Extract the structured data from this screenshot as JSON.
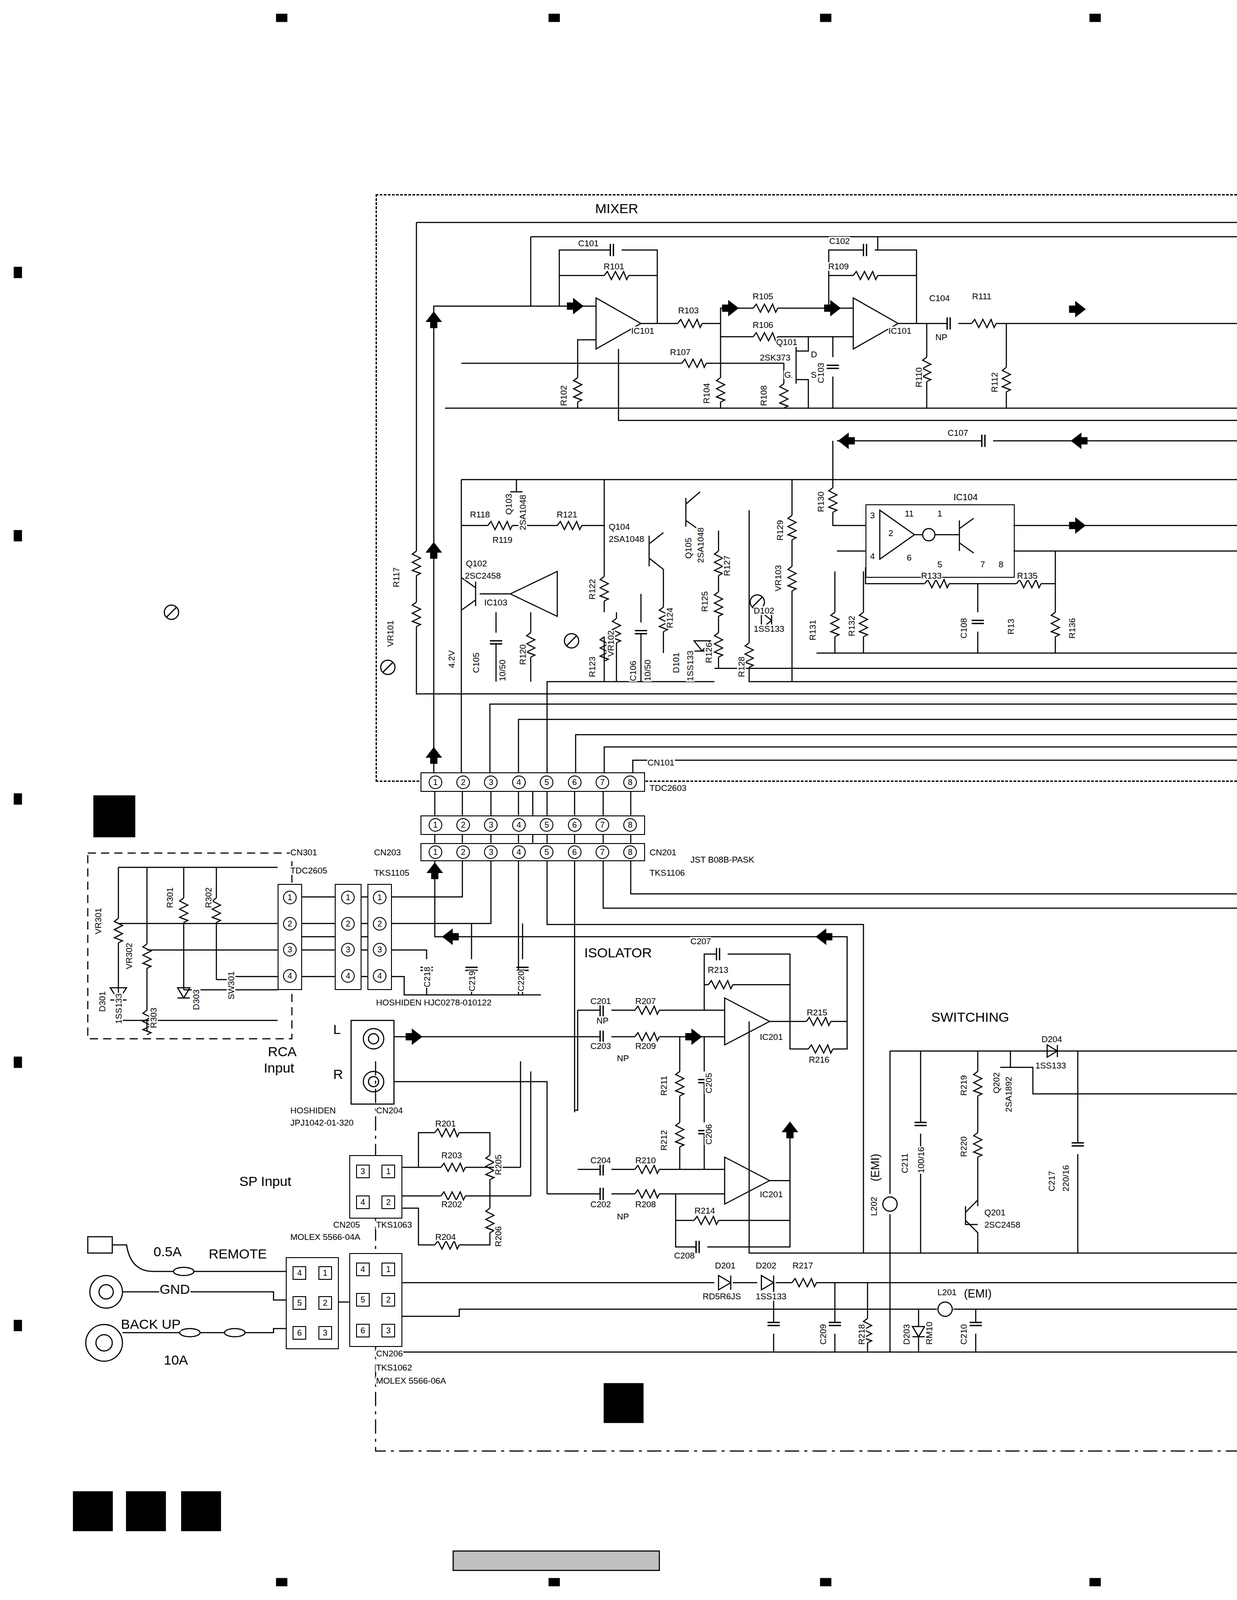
{
  "diagram": {
    "nodes": [
      {
        "text": [
          "MIXER"
        ]
      },
      {
        "text": [
          "IC104"
        ],
        "in": 0
      },
      {
        "text": [
          "1",
          "2",
          "3",
          "4",
          "5",
          "6",
          "7",
          "8"
        ]
      },
      {
        "text": [
          "1",
          "2",
          "3",
          "4",
          "5",
          "6",
          "7",
          "8"
        ]
      },
      {
        "text": [
          "1",
          "2",
          "3",
          "4",
          "5",
          "6",
          "7",
          "8"
        ]
      },
      {
        "text": [
          "1",
          "2",
          "3",
          "4"
        ]
      },
      {
        "text": [
          "1",
          "2",
          "3",
          "4"
        ]
      },
      {
        "text": [
          "1",
          "2",
          "3",
          "4"
        ]
      },
      {
        "text": [
          "3",
          "1",
          "4",
          "2"
        ]
      },
      {
        "text": [
          "4",
          "1",
          "5",
          "2",
          "6",
          "3"
        ]
      },
      {
        "text": [
          "4",
          "1",
          "5",
          "2",
          "6",
          "3"
        ]
      }
    ],
    "edges": [
      {
        "from": 2,
        "to": 3,
        "arrow": "none"
      },
      {
        "from": 3,
        "to": 4,
        "arrow": "none"
      },
      {
        "from": 5,
        "to": 6,
        "arrow": "none"
      },
      {
        "from": 6,
        "to": 7,
        "arrow": "none"
      },
      {
        "from": 9,
        "to": 10,
        "arrow": "none"
      }
    ],
    "labels": [
      "C101",
      "R101",
      "R103",
      "IC101",
      "R102",
      "R107",
      "R104",
      "R105",
      "R106",
      "Q101",
      "2SK373",
      "D",
      "G",
      "S",
      "R108",
      "C103",
      "C102",
      "R109",
      "IC101",
      "C104",
      "NP",
      "R111",
      "R110",
      "R112",
      "C107",
      "R118",
      "Q103",
      "2SA1048",
      "R121",
      "R119",
      "Q102",
      "2SC2458",
      "IC103",
      "4.2V",
      "C105",
      "10/50",
      "R120",
      "R122",
      "Q104",
      "2SA1048",
      "Q105",
      "2SA1048",
      "R127",
      "R125",
      "R124",
      "VR102",
      "R123",
      "C106",
      "10/50",
      "D101",
      "1SS133",
      "R126",
      "R128",
      "VR103",
      "R129",
      "D102",
      "1SS133",
      "R131",
      "R130",
      "R132",
      "R133",
      "R135",
      "R136",
      "C108",
      "R13",
      "R117",
      "VR101",
      "3",
      "2",
      "4",
      "11",
      "1",
      "6",
      "5",
      "7",
      "8",
      "CN101",
      "TDC2603",
      "CN203",
      "TKS1105",
      "CN201",
      "JST B08B-PASK",
      "TKS1106",
      "CN301",
      "TDC2605",
      "VR301",
      "VR302",
      "R301",
      "R302",
      "D303",
      "SW301",
      "D301",
      "1SS133",
      "R303",
      "C218",
      "C219",
      "C220",
      "HOSHIDEN HJC0278-010122",
      "ISOLATOR",
      "C207",
      "R213",
      "C201",
      "R207",
      "NP",
      "C203",
      "R209",
      "NP",
      "IC201",
      "R215",
      "R216",
      "R211",
      "C205",
      "R212",
      "C206",
      "C204",
      "R210",
      "C202",
      "R208",
      "NP",
      "IC201",
      "R214",
      "C208",
      "L",
      "R",
      "RCA",
      "Input",
      "HOSHIDEN",
      "JPJ1042-01-320",
      "CN204",
      "R201",
      "R203",
      "R205",
      "R202",
      "R206",
      "R204",
      "SP Input",
      "CN205",
      "TKS1063",
      "MOLEX 5566-04A",
      "0.5A",
      "REMOTE",
      "GND",
      "BACK UP",
      "10A",
      "CN206",
      "TKS1062",
      "MOLEX 5566-06A",
      "D201",
      "RD5R6JS",
      "D202",
      "1SS133",
      "R217",
      "C209",
      "R218",
      "D203",
      "RM10",
      "C210",
      "L201",
      "(EMI)",
      "L202",
      "(EMI)",
      "C211",
      "100/16",
      "SWITCHING",
      "R219",
      "Q202",
      "2SA1892",
      "R220",
      "Q201",
      "2SC2458",
      "D204",
      "1SS133",
      "C217",
      "220/16"
    ]
  }
}
